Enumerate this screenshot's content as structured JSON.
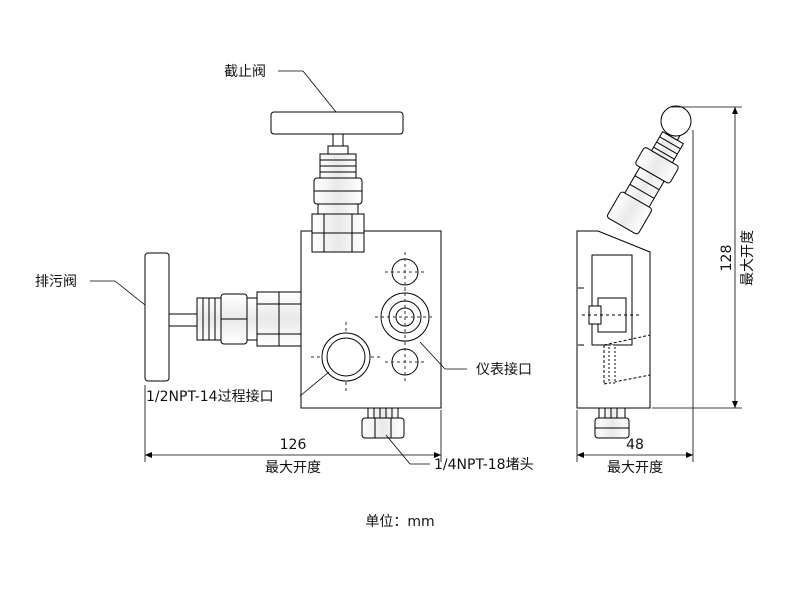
{
  "labels": {
    "globe_valve": "截止阀",
    "drain_valve": "排污阀",
    "instrument_port": "仪表接口",
    "process_port": "1/2NPT-14过程接口",
    "plug": "1/4NPT-18堵头"
  },
  "dimensions": {
    "front_width": "126",
    "front_width_note": "最大开度",
    "side_width": "48",
    "side_width_note": "最大开度",
    "side_height": "128",
    "side_height_note": "最大开度"
  },
  "footer": {
    "units": "单位：mm"
  }
}
